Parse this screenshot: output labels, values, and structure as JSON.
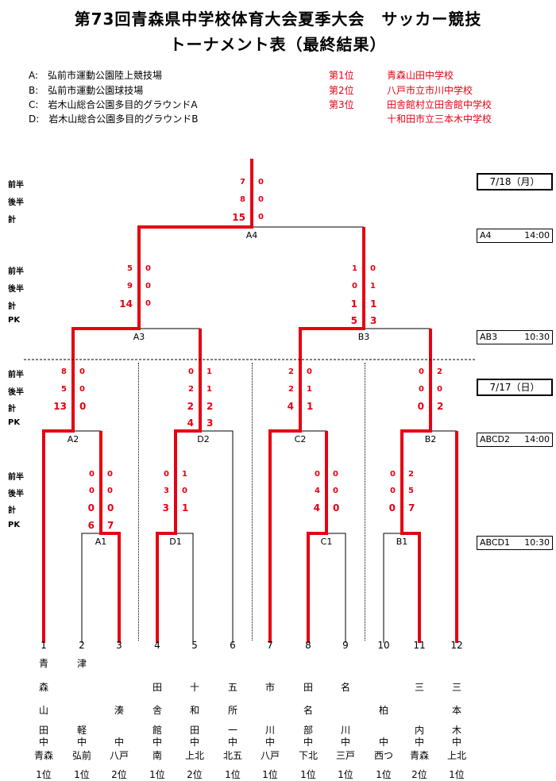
{
  "title_line1": "第73回青森県中学校体育大会夏季大会　サッカー競技",
  "title_line2": "トーナメント表（最終結果）",
  "venues": [
    "A:　弘前市運動公園陸上競技場",
    "B:　弘前市運動公園球技場",
    "C:　岩木山総合公園多目的グラウンドA",
    "D:　岩木山総合公園多目的グラウンドB"
  ],
  "results": [
    {
      "place": "第1位",
      "school": "青森山田中学校"
    },
    {
      "place": "第2位",
      "school": "八戸市立市川中学校"
    },
    {
      "place": "第3位",
      "school": "田舎館村立田舎館中学校"
    },
    {
      "place": "",
      "school": "十和田市立三本木中学校"
    }
  ],
  "labels": {
    "first_half": "前半",
    "second_half": "後半",
    "total": "計",
    "pk": "PK"
  },
  "schedule": {
    "day2": "7/18（月）",
    "day1": "7/17（日）",
    "slots": [
      {
        "name": "A4",
        "time": "14:00"
      },
      {
        "name": "AB3",
        "time": "10:30"
      },
      {
        "name": "ABCD2",
        "time": "14:00"
      },
      {
        "name": "ABCD1",
        "time": "10:30"
      }
    ]
  },
  "nodes": {
    "A4": "A4",
    "A3": "A3",
    "B3": "B3",
    "A2": "A2",
    "D2": "D2",
    "C2": "C2",
    "B2": "B2",
    "A1": "A1",
    "D1": "D1",
    "C1": "C1",
    "B1": "B1"
  },
  "scores": {
    "final": {
      "l": [
        "7",
        "8",
        "15"
      ],
      "r": [
        "0",
        "0",
        "0"
      ]
    },
    "A3": {
      "l": [
        "5",
        "9",
        "14"
      ],
      "r": [
        "0",
        "0",
        "0"
      ]
    },
    "B3": {
      "l": [
        "1",
        "0",
        "1",
        "5"
      ],
      "r": [
        "0",
        "1",
        "1",
        "3"
      ]
    },
    "A2": {
      "l": [
        "8",
        "5",
        "13"
      ],
      "r": [
        "0",
        "0",
        "0"
      ]
    },
    "D2": {
      "l": [
        "0",
        "2",
        "2",
        "4"
      ],
      "r": [
        "1",
        "1",
        "2",
        "3"
      ]
    },
    "C2": {
      "l": [
        "2",
        "2",
        "4"
      ],
      "r": [
        "0",
        "1",
        "1"
      ]
    },
    "B2": {
      "l": [
        "0",
        "0",
        "0"
      ],
      "r": [
        "2",
        "0",
        "2"
      ]
    },
    "A1": {
      "l": [
        "0",
        "0",
        "0",
        "6"
      ],
      "r": [
        "0",
        "0",
        "0",
        "7"
      ]
    },
    "D1": {
      "l": [
        "0",
        "3",
        "3"
      ],
      "r": [
        "1",
        "0",
        "1"
      ]
    },
    "C1": {
      "l": [
        "0",
        "4",
        "4"
      ],
      "r": [
        "0",
        "0",
        "0"
      ]
    },
    "B1": {
      "l": [
        "0",
        "0",
        "0"
      ],
      "r": [
        "2",
        "5",
        "7"
      ]
    }
  },
  "teams": [
    {
      "no": "1",
      "name": [
        "青",
        "森",
        "山",
        "田",
        "中"
      ],
      "region": "青森",
      "rank": "1位"
    },
    {
      "no": "2",
      "name": [
        "津",
        "",
        "",
        "軽",
        "中"
      ],
      "region": "弘前",
      "rank": "1位"
    },
    {
      "no": "3",
      "name": [
        "",
        "",
        "湊",
        "",
        "中"
      ],
      "region": "八戸",
      "rank": "2位"
    },
    {
      "no": "4",
      "name": [
        "",
        "田",
        "舎",
        "館",
        "中"
      ],
      "region": "南",
      "rank": "1位"
    },
    {
      "no": "5",
      "name": [
        "",
        "十",
        "和",
        "田",
        "中"
      ],
      "region": "上北",
      "rank": "2位"
    },
    {
      "no": "6",
      "name": [
        "",
        "五",
        "所",
        "一",
        "中"
      ],
      "region": "北五",
      "rank": "1位"
    },
    {
      "no": "7",
      "name": [
        "",
        "市",
        "",
        "川",
        "中"
      ],
      "region": "八戸",
      "rank": "1位"
    },
    {
      "no": "8",
      "name": [
        "",
        "田",
        "名",
        "部",
        "中"
      ],
      "region": "下北",
      "rank": "1位"
    },
    {
      "no": "9",
      "name": [
        "",
        "名",
        "",
        "川",
        "中"
      ],
      "region": "三戸",
      "rank": "1位"
    },
    {
      "no": "10",
      "name": [
        "",
        "",
        "柏",
        "",
        "中"
      ],
      "region": "西つ",
      "rank": "1位"
    },
    {
      "no": "11",
      "name": [
        "",
        "三",
        "",
        "内",
        "中"
      ],
      "region": "青森",
      "rank": "2位"
    },
    {
      "no": "12",
      "name": [
        "",
        "三",
        "本",
        "木",
        "中"
      ],
      "region": "上北",
      "rank": "1位"
    }
  ],
  "colors": {
    "winner": "#e60012",
    "line": "#000000"
  }
}
